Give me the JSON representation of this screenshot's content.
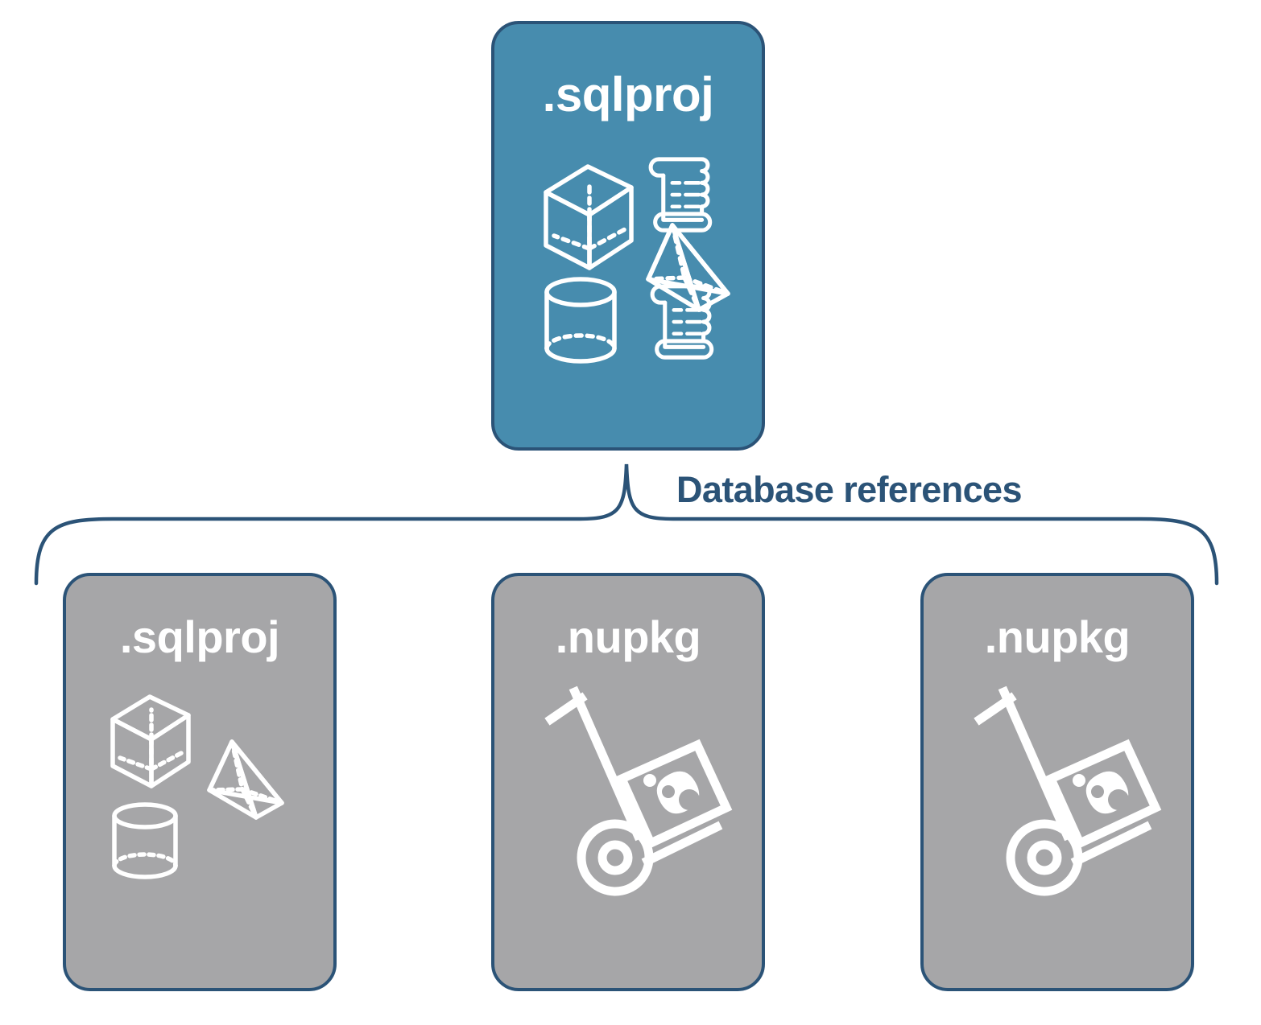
{
  "diagram": {
    "title_label": "Database references",
    "colors": {
      "primary_fill": "#478CAE",
      "secondary_fill": "#A6A6A8",
      "stroke": "#2B5377",
      "icon": "#FFFFFF",
      "background": "#FFFFFF"
    },
    "root": {
      "label": ".sqlproj",
      "fill": "primary",
      "icons": [
        "scroll-icon",
        "cube-icon",
        "pyramid-icon",
        "cylinder-icon",
        "scroll-icon"
      ]
    },
    "children": [
      {
        "label": ".sqlproj",
        "fill": "secondary",
        "icons": [
          "cube-icon",
          "pyramid-icon",
          "cylinder-icon"
        ]
      },
      {
        "label": ".nupkg",
        "fill": "secondary",
        "icons": [
          "hand-truck-package-icon"
        ]
      },
      {
        "label": ".nupkg",
        "fill": "secondary",
        "icons": [
          "hand-truck-package-icon"
        ]
      }
    ]
  }
}
